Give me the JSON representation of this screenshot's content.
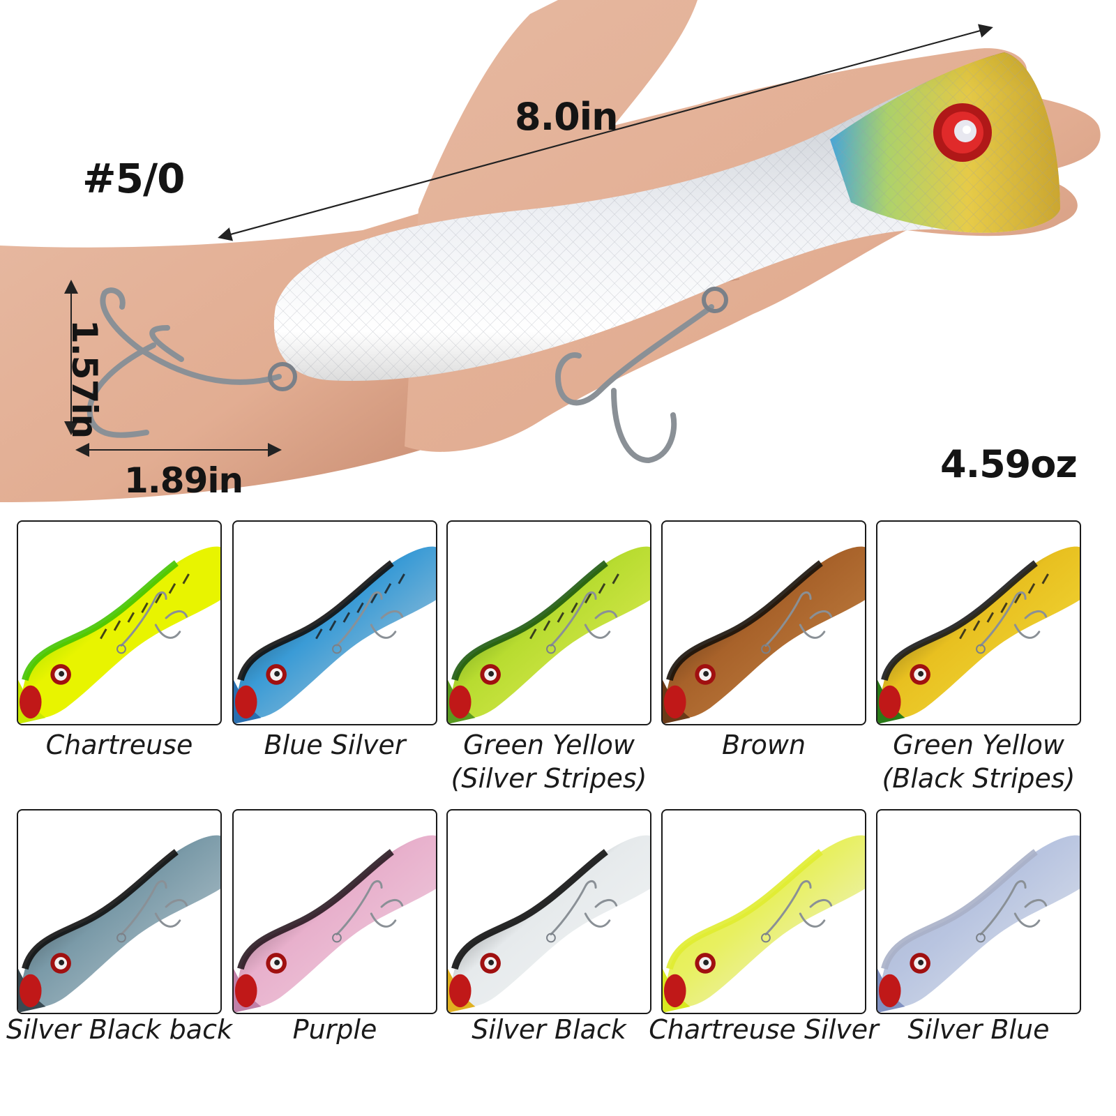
{
  "product": {
    "hook_size": "#5/0",
    "length": "8.0in",
    "height": "1.57in",
    "width": "1.89in",
    "weight": "4.59oz"
  },
  "variants": [
    {
      "name_line1": "Chartreuse",
      "name_line2": "",
      "head": "#c8e800",
      "body": "#e8f400",
      "back": "#44c400",
      "belly": "#e8f500",
      "stripes": true
    },
    {
      "name_line1": "Blue Silver",
      "name_line2": "",
      "head": "#2a6fb0",
      "body": "#3a9bd6",
      "back": "#111111",
      "belly": "#c8d2d8",
      "stripes": true
    },
    {
      "name_line1": "Green Yellow",
      "name_line2": "(Silver Stripes)",
      "head": "#5a9a20",
      "body": "#b8dc30",
      "back": "#1e5a10",
      "belly": "#e8ee60",
      "stripes": true
    },
    {
      "name_line1": "Brown",
      "name_line2": "",
      "head": "#6a3a18",
      "body": "#a8622a",
      "back": "#1a120a",
      "belly": "#c88a4a",
      "stripes": false
    },
    {
      "name_line1": "Green Yellow",
      "name_line2": "(Black Stripes)",
      "head": "#2a7a18",
      "body": "#e8c020",
      "back": "#1a1a1a",
      "belly": "#f4e040",
      "stripes": true
    },
    {
      "name_line1": "Silver Black back",
      "name_line2": "",
      "head": "#3a4a52",
      "body": "#7a9aa8",
      "back": "#111111",
      "belly": "#c4d0d6",
      "stripes": false
    },
    {
      "name_line1": "Purple",
      "name_line2": "",
      "head": "#c080a8",
      "body": "#e8b0cc",
      "back": "#2a1a22",
      "belly": "#f0d4e2",
      "stripes": false
    },
    {
      "name_line1": "Silver Black",
      "name_line2": "",
      "head": "#e0b020",
      "body": "#e6eaec",
      "back": "#111111",
      "belly": "#f4f6f6",
      "stripes": false
    },
    {
      "name_line1": "Chartreuse Silver",
      "name_line2": "",
      "head": "#d8e820",
      "body": "#e8f060",
      "back": "#e0ec30",
      "belly": "#f0f2f0",
      "stripes": false
    },
    {
      "name_line1": "Silver Blue",
      "name_line2": "",
      "head": "#8090c0",
      "body": "#b8c4e0",
      "back": "#a8b0c8",
      "belly": "#e4e8ee",
      "stripes": false
    }
  ]
}
